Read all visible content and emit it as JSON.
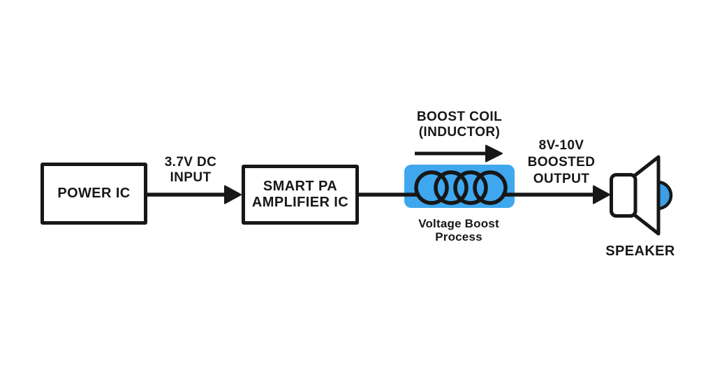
{
  "colors": {
    "background": "#ffffff",
    "line": "#171717",
    "text": "#171717",
    "accent_blue": "#3fa7ee",
    "speaker_dome_blue": "#3e9ee6"
  },
  "nodes": {
    "power_ic": {
      "label": "POWER IC"
    },
    "amplifier": {
      "line1": "SMART PA",
      "line2": "AMPLIFIER IC"
    },
    "boost_coil": {
      "title_line1": "BOOST COIL",
      "title_line2": "(INDUCTOR)",
      "caption_line1": "Voltage Boost",
      "caption_line2": "Process"
    },
    "speaker": {
      "label": "SPEAKER"
    }
  },
  "edges": {
    "input": {
      "line1": "3.7V DC",
      "line2": "INPUT"
    },
    "output": {
      "line1": "8V-10V",
      "line2": "BOOSTED",
      "line3": "OUTPUT"
    }
  }
}
